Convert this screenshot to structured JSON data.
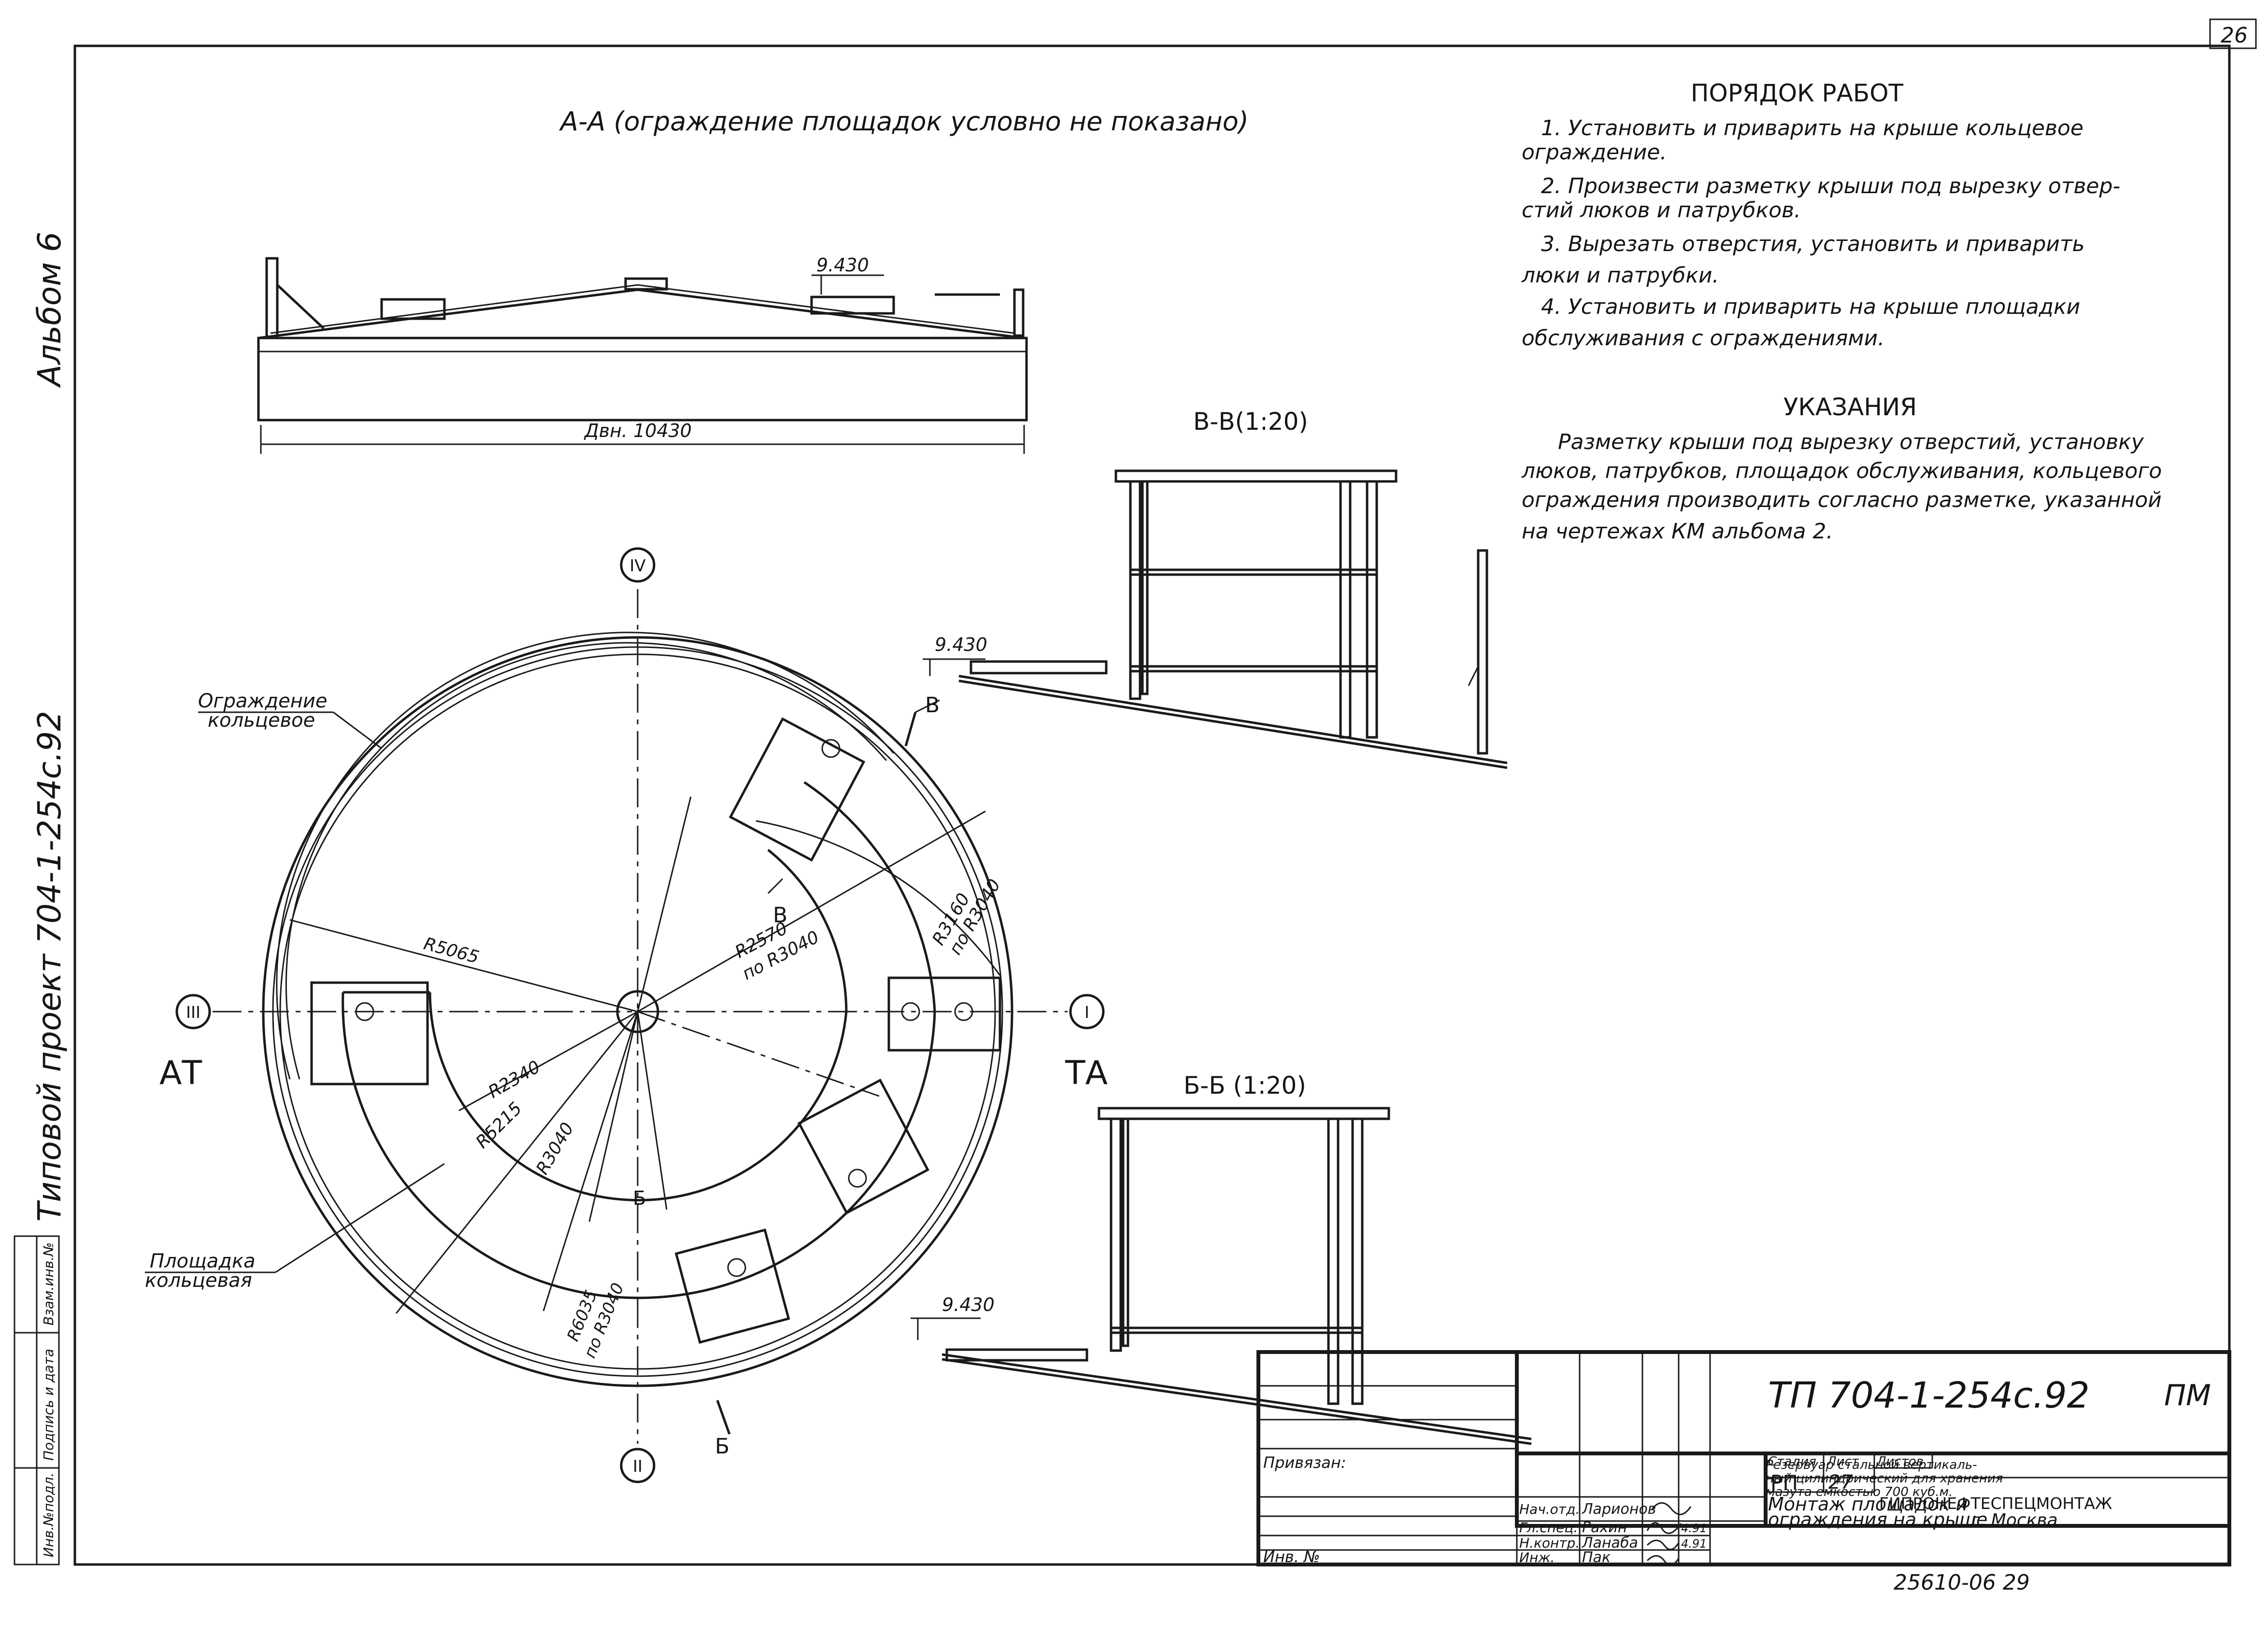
{
  "sheet_number": "26",
  "side_labels": {
    "album": "Альбом 6",
    "project": "Типовой проект 704-1-254с.92"
  },
  "left_stamp": [
    "Инв.№подл.",
    "Подпись и дата",
    "Взам.инв.№"
  ],
  "section_aa": {
    "title": "А-А (ограждение площадок условно не показано)",
    "elevation": "9.430",
    "diameter": "Двн. 10430"
  },
  "work_order": {
    "title": "ПОРЯДОК РАБОТ",
    "items": [
      "1.   Установить и приварить на крыше кольцевое",
      "ограждение.",
      "2.   Произвести разметку крыши под вырезку отвер-",
      "стий люков и патрубков.",
      "3.   Вырезать отверстия, установить и приварить",
      "люки и патрубки.",
      "4.   Установить и приварить на крыше площадки",
      "обслуживания с ограждениями."
    ]
  },
  "instructions": {
    "title": "УКАЗАНИЯ",
    "lines": [
      "Разметку крыши под вырезку отверстий, установку",
      "люков, патрубков, площадок обслуживания, кольцевого",
      "ограждения производить согласно разметке, указанной",
      "на чертежах КМ альбома 2."
    ]
  },
  "section_bb": {
    "title": "В-В(1:20)",
    "elevation": "9.430"
  },
  "section_b6": {
    "title": "Б-Б (1:20)",
    "elevation": "9.430"
  },
  "plan": {
    "axes": [
      "IV",
      "I",
      "II",
      "III"
    ],
    "side_left": "АТ",
    "side_right": "ТА",
    "fence_label": [
      "Ограждение",
      "кольцевое"
    ],
    "platform_label": [
      "Площадка",
      "кольцевая"
    ],
    "dims": {
      "r5065": "R5065",
      "r2570": "R2570",
      "r2570_sub": "по R3040",
      "r3160": "R3160",
      "r3160_sub": "по R3040",
      "r2340": "R2340",
      "r5215": "R5215",
      "r3040": "R3040",
      "r6035": "R6035",
      "r6035_sub": "по R3040"
    },
    "section_marks": {
      "b": "В",
      "b6": "Б"
    }
  },
  "title_block": {
    "code": "ТП 704-1-254с.92",
    "mark": "ПМ",
    "attached": "Привязан:",
    "inv": "Инв. №",
    "description": [
      "Резервуар стальной вертикаль-",
      "ный цилиндрический для хранения",
      "мазута емкостью 700 куб.м."
    ],
    "sheet_title": [
      "Монтаж площадок и",
      "ограждения на крыше"
    ],
    "stage_label": "Стадия",
    "sheet_label": "Лист",
    "sheets_label": "Листов",
    "stage": "РП",
    "sheet": "27",
    "org": "ГИПРОНЕФТЕСПЕЦМОНТАЖ",
    "city": "г. Москва",
    "roles": [
      "Нач.отд.",
      "Гл.спец.",
      "Н.контр.",
      "Инж."
    ],
    "names": [
      "Ларионов",
      "Рахин",
      "Ланаба",
      "Пак"
    ],
    "dates": [
      "",
      "4.91",
      "4.91",
      ""
    ]
  },
  "footer_number": "25610-06   29"
}
